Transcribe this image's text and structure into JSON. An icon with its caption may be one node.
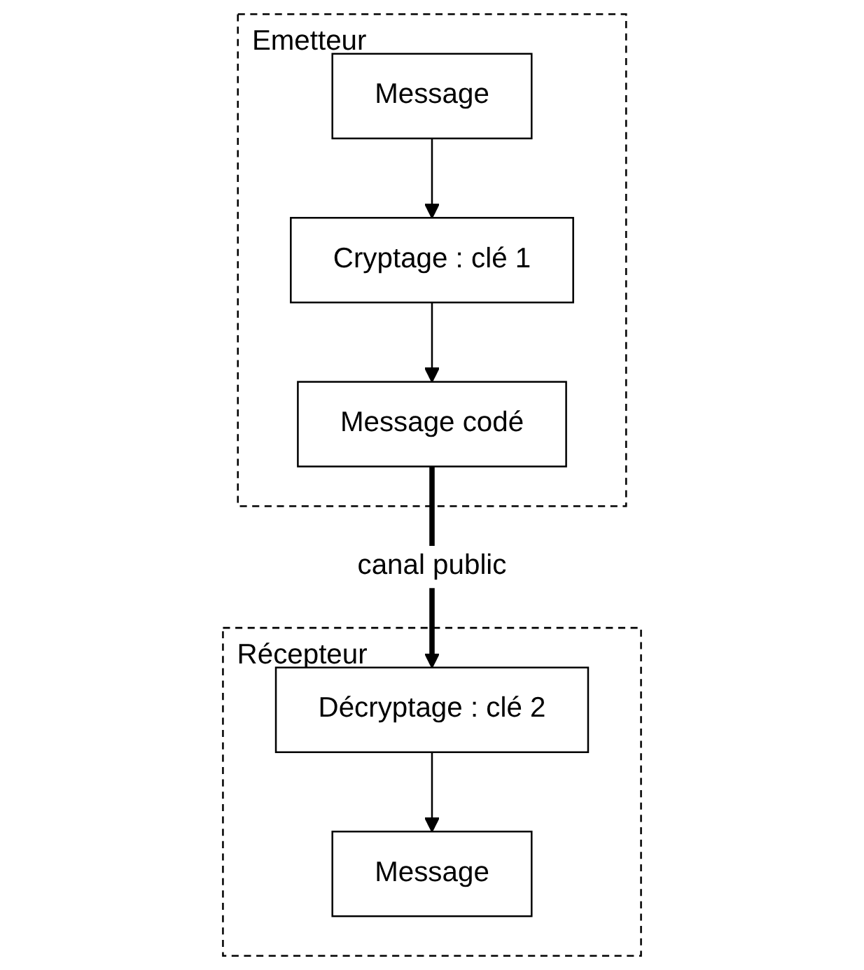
{
  "diagram": {
    "nodes": [
      {
        "text": [
          "Emetteur"
        ]
      },
      {
        "text": [
          "Message"
        ],
        "in": 0
      },
      {
        "text": [
          "Cryptage : clé 1"
        ],
        "in": 0
      },
      {
        "text": [
          "Message codé"
        ],
        "in": 0
      },
      {
        "text": [
          "Récepteur"
        ]
      },
      {
        "text": [
          "Décryptage : clé 2"
        ],
        "in": 4
      },
      {
        "text": [
          "Message"
        ],
        "in": 4
      }
    ],
    "edges": [
      {
        "from": 1,
        "to": 2,
        "arrow": "to"
      },
      {
        "from": 2,
        "to": 3,
        "arrow": "to"
      },
      {
        "from": 3,
        "to": 5,
        "arrow": "to",
        "label": "canal public",
        "style": "thick"
      },
      {
        "from": 5,
        "to": 6,
        "arrow": "to"
      }
    ]
  }
}
